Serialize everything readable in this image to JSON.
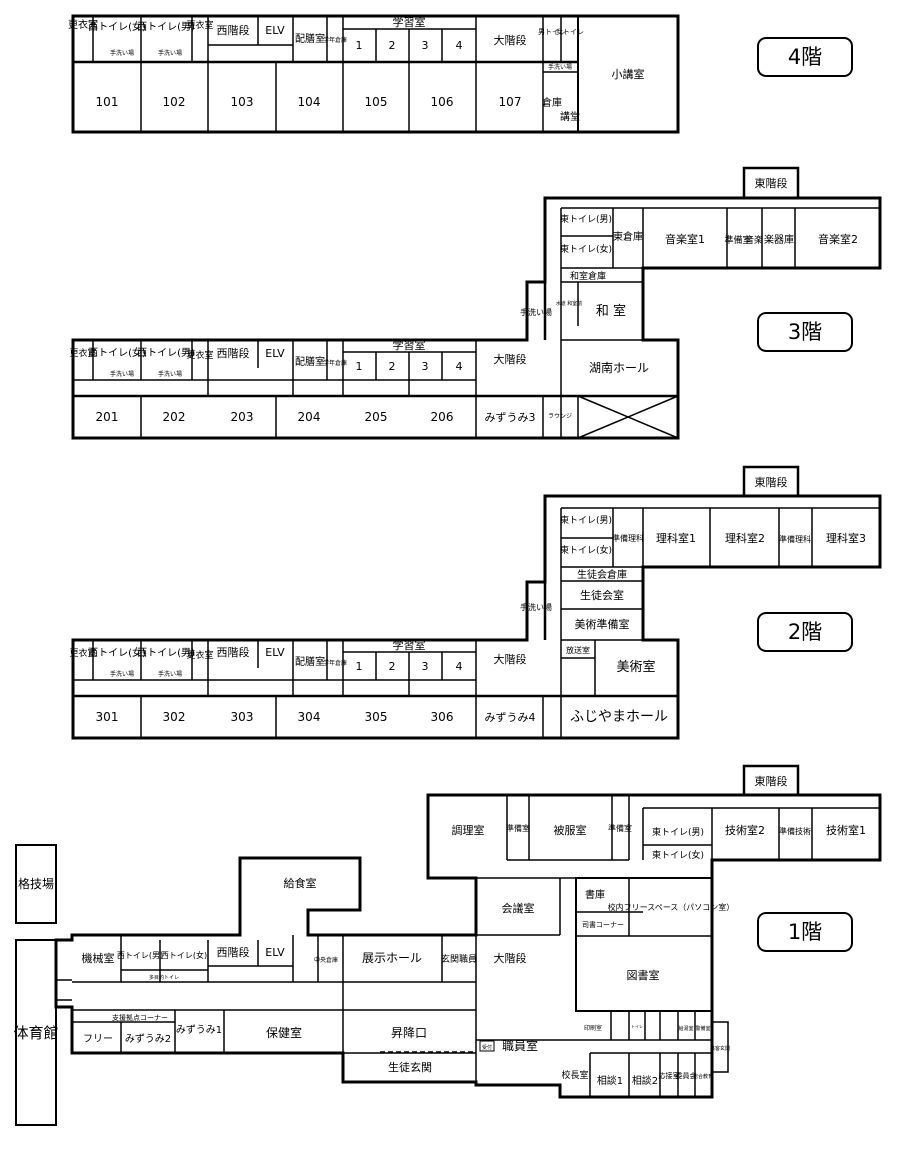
{
  "floor_badges": {
    "f4": "4階",
    "f3": "3階",
    "f2": "2階",
    "f1": "1階"
  },
  "f4": {
    "sarashitsu": "更衣室",
    "west_toilet_f": "西トイレ(女)",
    "west_toilet_m": "西トイレ(男)",
    "handwash_a": "手洗い場",
    "handwash_b": "手洗い場",
    "sarashitsu2": "更衣室",
    "west_stairs": "西階段",
    "elv": "ELV",
    "haizen": "配膳室",
    "gakunen": "学年倉庫",
    "gakushu": "学習室",
    "gakushu_nums": [
      "1",
      "2",
      "3",
      "4"
    ],
    "big_stairs": "大階段",
    "toilet_m": "男トイレ",
    "toilet_f": "女トイレ",
    "handwash_c": "手洗い場",
    "souko": "倉庫",
    "kodo": "講堂",
    "small_lecture": "小講室",
    "rooms": [
      "101",
      "102",
      "103",
      "104",
      "105",
      "106",
      "107"
    ]
  },
  "f3": {
    "east_stairs": "東階段",
    "east_toilet_m": "東トイレ(男)",
    "east_toilet_f": "東トイレ(女)",
    "east_souko": "東倉庫",
    "music1": "音楽室1",
    "jumbi": "準備室",
    "ongaku": "音楽",
    "gakki": "楽器庫",
    "music2": "音楽室2",
    "washitsu_souko": "和室倉庫",
    "washitsu": "和 室",
    "handwash": "手洗い場",
    "tiny": "水道 和室前",
    "konan": "湖南ホール",
    "lounge": "ラウンジ",
    "west_toilet_f": "西トイレ(女)",
    "west_toilet_m": "西トイレ(男)",
    "handwash_a": "手洗い場",
    "handwash_b": "手洗い場",
    "sarashitsu": "更衣室",
    "sarashitsu2": "更衣室",
    "west_stairs": "西階段",
    "elv": "ELV",
    "haizen": "配膳室",
    "gakunen": "学年倉庫",
    "gakushu": "学習室",
    "gakushu_nums": [
      "1",
      "2",
      "3",
      "4"
    ],
    "big_stairs": "大階段",
    "rooms": [
      "201",
      "202",
      "203",
      "204",
      "205",
      "206"
    ],
    "mizuumi": "みずうみ3"
  },
  "f2": {
    "east_stairs": "東階段",
    "east_toilet_m": "東トイレ(男)",
    "east_toilet_f": "東トイレ(女)",
    "jumbi_rika": "準備理科",
    "rika1": "理科室1",
    "rika2": "理科室2",
    "rika3": "理科室3",
    "seito_souko": "生徒会倉庫",
    "seito": "生徒会室",
    "bijutsu_jumbi": "美術準備室",
    "handwash": "手洗い場",
    "housou": "放送室",
    "bijutsu": "美術室",
    "fujiyama": "ふじやまホール",
    "west_toilet_f": "西トイレ(女)",
    "west_toilet_m": "西トイレ(男)",
    "handwash_a": "手洗い場",
    "handwash_b": "手洗い場",
    "sarashitsu": "更衣室",
    "sarashitsu2": "更衣室",
    "west_stairs": "西階段",
    "elv": "ELV",
    "haizen": "配膳室",
    "gakunen": "学年倉庫",
    "gakushu": "学習室",
    "gakushu_nums": [
      "1",
      "2",
      "3",
      "4"
    ],
    "big_stairs": "大階段",
    "rooms": [
      "301",
      "302",
      "303",
      "304",
      "305",
      "306"
    ],
    "mizuumi": "みずうみ4"
  },
  "f1": {
    "east_stairs": "東階段",
    "chouri": "調理室",
    "jumbi1": "準備室",
    "hifuku": "被服室",
    "jumbi2": "準備室",
    "east_toilet_m": "東トイレ(男)",
    "east_toilet_f": "東トイレ(女)",
    "gijutsu2": "技術室2",
    "jumbi_gijutsu": "準備技術",
    "gijutsu1": "技術室1",
    "kyushoku": "給食室",
    "kakugi": "格技場",
    "taiiku": "体育館",
    "kaigi": "会議室",
    "shoko": "書庫",
    "free_space": "校内フリースペース（パソコン室）",
    "shisho": "司書コーナー",
    "kikai": "機械室",
    "west_toilet_m": "西トイレ(男)",
    "west_toilet_f": "西トイレ(女)",
    "tamokuteki": "多目的トイレ",
    "west_stairs": "西階段",
    "elv": "ELV",
    "chuo_souko": "中央倉庫",
    "tenji": "展示ホール",
    "genkan_staff": "玄関職員",
    "big_stairs": "大階段",
    "toshokan": "図書室",
    "shien": "支援拠点コーナー",
    "free": "フリー",
    "mizuumi2": "みずうみ2",
    "mizuumi1": "みずうみ1",
    "hoken": "保健室",
    "shokou": "昇降口",
    "seito_genkan": "生徒玄関",
    "uketsuke": "受付",
    "shokuin": "職員室",
    "insatsu": "印刷室",
    "kocho": "校長室",
    "soudan1": "相談1",
    "soudan2": "相談2",
    "ousetsu": "応接室",
    "iinkai": "委員会",
    "kyushoku_tsusho": "給湯室",
    "keibi": "警備室",
    "raikyaku": "来客玄関",
    "sogo": "総合教育",
    "small_toilet": "トイレ"
  }
}
